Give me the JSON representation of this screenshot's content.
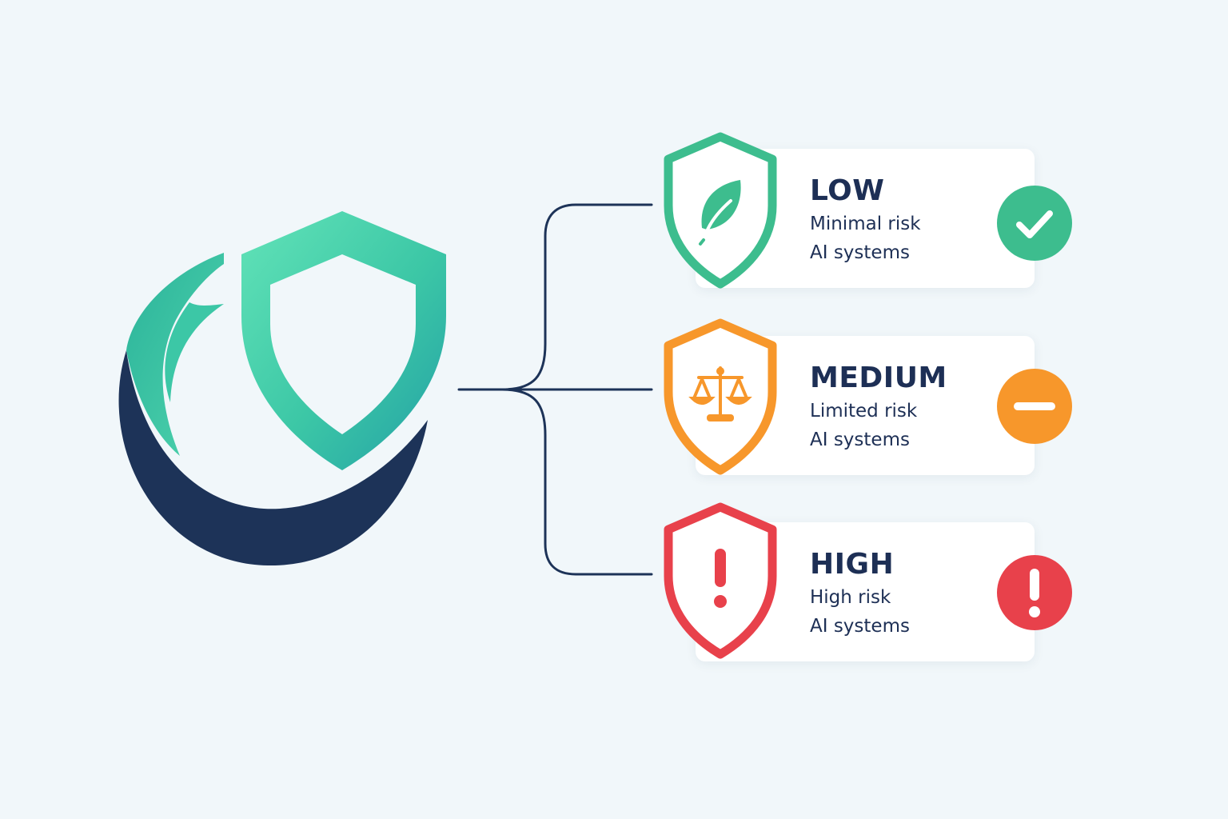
{
  "colors": {
    "background": "#f1f7fa",
    "navy": "#1d3358",
    "low": "#3dbd8e",
    "medium": "#f7972b",
    "high": "#e8414b",
    "teal_light": "#5fe0b6",
    "teal_dark": "#26a7a7"
  },
  "logo": {
    "icon": "shield-crescent-logo"
  },
  "levels": [
    {
      "name": "LOW",
      "line1": "Minimal risk",
      "line2": "AI systems",
      "shield_icon": "leaf-icon",
      "status_icon": "checkmark-icon"
    },
    {
      "name": "MEDIUM",
      "line1": "Limited risk",
      "line2": "AI systems",
      "shield_icon": "scales-icon",
      "status_icon": "minus-icon"
    },
    {
      "name": "HIGH",
      "line1": "High risk",
      "line2": "AI systems",
      "shield_icon": "exclamation-icon",
      "status_icon": "exclamation-icon"
    }
  ]
}
